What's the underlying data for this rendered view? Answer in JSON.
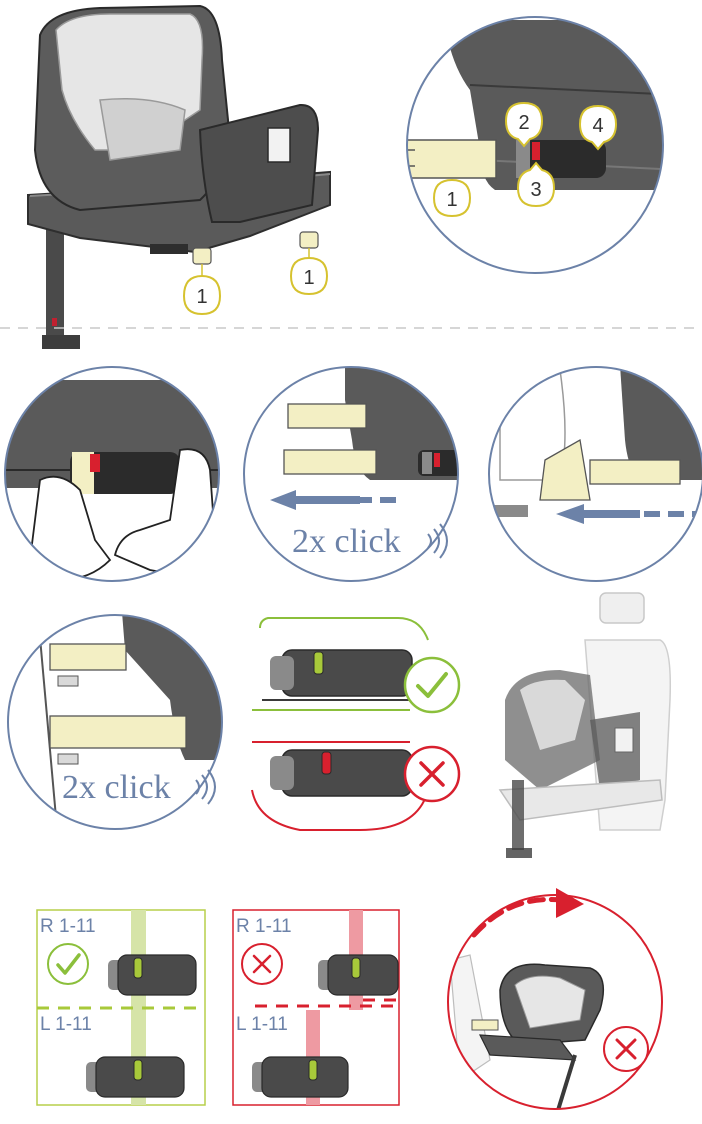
{
  "callouts": {
    "car_seat_a": "1",
    "car_seat_b": "1",
    "detail_connector": "1",
    "detail_release": "2",
    "detail_indicator": "3",
    "detail_guide": "4"
  },
  "instructions": {
    "click_step_1": "2x click",
    "click_step_2": "2x click"
  },
  "alignment": {
    "correct_top_label": "R 1-11",
    "correct_bottom_label": "L 1-11",
    "wrong_top_label": "R 1-11",
    "wrong_bottom_label": "L 1-11"
  },
  "icons": {
    "ok": "check-icon",
    "bad": "cross-icon",
    "sound": "click-sound-icon"
  },
  "colors": {
    "seat_dark": "#5c5c5c",
    "seat_light": "#e6e6e6",
    "connector_yellow": "#f3efc4",
    "indicator_green": "#a8c93a",
    "indicator_red": "#d8202e",
    "guide_blue": "#6c82a8",
    "ok_green": "#8bbf3b",
    "bad_red": "#d8202e",
    "callout_yellow": "#d6c22f"
  }
}
